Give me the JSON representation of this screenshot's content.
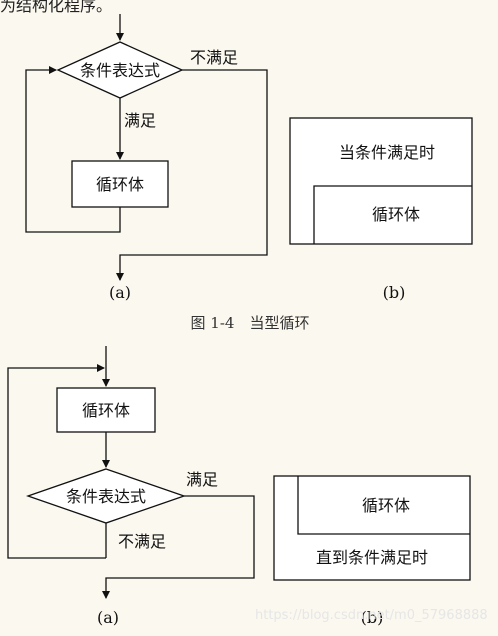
{
  "top_text": "为结构化程序。",
  "figure_top": {
    "a": {
      "condition": "条件表达式",
      "satisfied": "满足",
      "not_satisfied": "不满足",
      "body": "循环体",
      "label": "(a)"
    },
    "b": {
      "condition": "当条件满足时",
      "body": "循环体",
      "label": "(b)"
    },
    "caption": "图 1-4　当型循环"
  },
  "figure_bottom": {
    "a": {
      "body": "循环体",
      "condition": "条件表达式",
      "satisfied": "满足",
      "not_satisfied": "不满足",
      "label": "(a)"
    },
    "b": {
      "body": "循环体",
      "condition": "直到条件满足时",
      "label": "(b)"
    }
  },
  "watermark": "https://blog.csdn.net/m0_57968888"
}
